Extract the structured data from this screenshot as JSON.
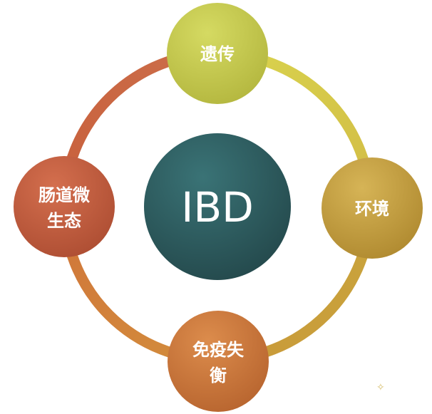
{
  "center": {
    "label": "IBD",
    "color": "#2f6265"
  },
  "nodes": [
    {
      "label_lines": [
        "遗传"
      ],
      "color": "#c9ce4e"
    },
    {
      "label_lines": [
        "环境"
      ],
      "color": "#c9a43c"
    },
    {
      "label_lines": [
        "免疫失",
        "衡"
      ],
      "color": "#d07a3a"
    },
    {
      "label_lines": [
        "肠道微",
        "生态"
      ],
      "color": "#c65e3c"
    }
  ],
  "ring_colors": {
    "top_right": "#d6d64e",
    "right_bottom": "#c9a43c",
    "bottom_left": "#d07a3a",
    "left_top": "#c65e3c"
  },
  "decoration": {
    "glyph": "✧"
  }
}
